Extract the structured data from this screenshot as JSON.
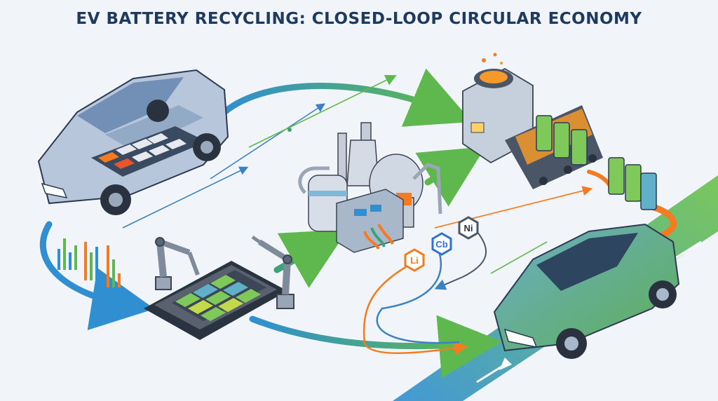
{
  "title": "EV BATTERY RECYCLING: CLOSED-LOOP CIRCULAR ECONOMY",
  "materials": [
    {
      "symbol": "Li",
      "color": "#f47b20"
    },
    {
      "symbol": "Cb",
      "color": "#2f6fd6"
    },
    {
      "symbol": "Ni",
      "color": "#4a5568"
    }
  ],
  "colors": {
    "background": "#f1f5f9",
    "title": "#1e3a5f",
    "flow_blue": "#2f8fd0",
    "flow_green": "#5fb84e",
    "flow_orange": "#f47b20",
    "battery_green": "#7fc85a",
    "car_new": "#5ba85a",
    "car_old": "#8fa3c0",
    "road": "#4caf50"
  },
  "icons": [
    "ev-car-icon",
    "battery-module-icon",
    "robot-arm-icon",
    "refinery-icon",
    "smelter-icon",
    "conveyor-icon",
    "bar-chart-icon"
  ]
}
